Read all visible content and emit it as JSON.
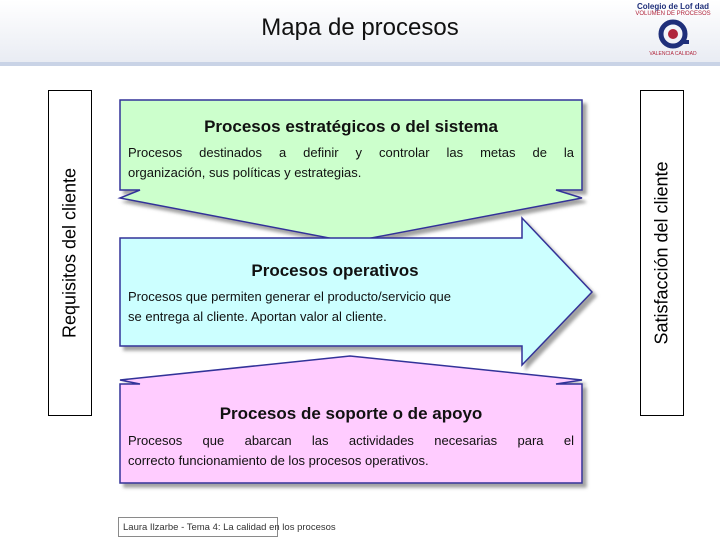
{
  "slide": {
    "title": "Mapa de procesos"
  },
  "logo": {
    "name": "Colegio de Lof dad",
    "subtitle": "VOLUMEN DE PROCESOS",
    "caption": "VALENCIA CALIDAD"
  },
  "side_labels": {
    "left": "Requisitos del cliente",
    "right": "Satisfacción del cliente"
  },
  "strategic": {
    "title": "Procesos estratégicos o del sistema",
    "line1": "Procesos destinados a definir y controlar las metas de la",
    "line2": "organización, sus políticas y estrategias."
  },
  "operative": {
    "title": "Procesos operativos",
    "line1": "Procesos que permiten generar el producto/servicio que",
    "line2": "se entrega al cliente. Aportan valor al cliente."
  },
  "support": {
    "title": "Procesos de soporte o de apoyo",
    "line1": "Procesos que abarcan las actividades necesarias para el",
    "line2": "correcto funcionamiento de los procesos operativos."
  },
  "footer": {
    "text": "Laura Ilzarbe - Tema 4: La calidad en los procesos"
  },
  "colors": {
    "strategic_fill": "#ccffcc",
    "operative_fill": "#ccffff",
    "support_fill": "#ffccff",
    "outline": "#333399"
  }
}
